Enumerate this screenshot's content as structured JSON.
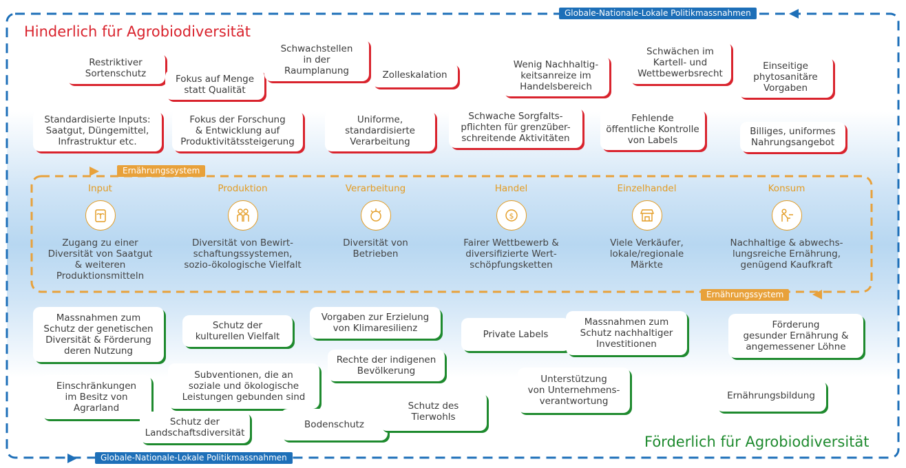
{
  "colors": {
    "policy_blue": "#1d6fb8",
    "hindering_red": "#d9232d",
    "promoting_green": "#1e8a2e",
    "food_system_orange": "#e39b22",
    "background_light_blue": "#b7d7f1"
  },
  "policy_label_top": "Globale-Nationale-Lokale Politikmassnahmen",
  "policy_label_bottom": "Globale-Nationale-Lokale Politikmassnahmen",
  "heading_hindering": "Hinderlich für Agrobiodiversität",
  "heading_promoting": "Förderlich für Agrobiodiversität",
  "food_system_label_top": "Ernährungssystem",
  "food_system_label_bottom": "Ernährungssystem",
  "hindering_factors": [
    "Restriktiver\nSortenschutz",
    "Fokus auf Menge\nstatt Qualität",
    "Schwachstellen\nin der\nRaumplanung",
    "Zolleskalation",
    "Wenig Nachhaltig-\nkeitsanreize im\nHandelsbereich",
    "Schwächen im\nKartell- und\nWettbewerbsrecht",
    "Einseitige\nphytosanitäre\nVorgaben",
    "Standardisierte Inputs:\nSaatgut, Düngemittel,\nInfrastruktur etc.",
    "Fokus der Forschung\n& Entwicklung auf\nProduktivitätssteigerung",
    "Uniforme,\nstandardisierte\nVerarbeitung",
    "Schwache Sorgfalts-\npflichten für grenzüber-\nschreitende Aktivitäten",
    "Fehlende\nöffentliche Kontrolle\nvon Labels",
    "Billiges, uniformes\nNahrungsangebot"
  ],
  "stages": [
    {
      "title": "Input",
      "icon": "seed-bag-icon",
      "description": "Zugang zu einer\nDiversität von Saatgut\n& weiteren\nProduktionsmitteln"
    },
    {
      "title": "Produktion",
      "icon": "farmers-icon",
      "description": "Diversität von Bewirt-\nschaftungssystemen,\nsozio-ökologische Vielfalt"
    },
    {
      "title": "Verarbeitung",
      "icon": "processing-plant-icon",
      "description": "Diversität von\nBetrieben"
    },
    {
      "title": "Handel",
      "icon": "trade-dollar-icon",
      "description": "Fairer Wettbewerb &\ndiversifizierte Wert-\nschöpfungsketten"
    },
    {
      "title": "Einzelhandel",
      "icon": "market-stall-icon",
      "description": "Viele Verkäufer,\nlokale/regionale\nMärkte"
    },
    {
      "title": "Konsum",
      "icon": "consumer-icon",
      "description": "Nachhaltige & abwechs-\nlungsreiche Ernährung,\ngenügend Kaufkraft"
    }
  ],
  "promoting_measures": [
    "Massnahmen zum\nSchutz der genetischen\nDiversität & Förderung\nderen Nutzung",
    "Schutz der\nkulturellen Vielfalt",
    "Vorgaben zur Erzielung\nvon Klimaresilienz",
    "Rechte der indigenen\nBevölkerung",
    "Private Labels",
    "Massnahmen zum\nSchutz nachhaltiger\nInvestitionen",
    "Förderung\ngesunder Ernährung &\nangemessener Löhne",
    "Einschränkungen\nim Besitz von\nAgrarland",
    "Subventionen, die an\nsoziale und ökologische\nLeistungen gebunden sind",
    "Schutz der\nLandschaftsdiversität",
    "Bodenschutz",
    "Schutz des\nTierwohls",
    "Unterstützung\nvon Unternehmens-\nverantwortung",
    "Ernährungsbildung"
  ]
}
